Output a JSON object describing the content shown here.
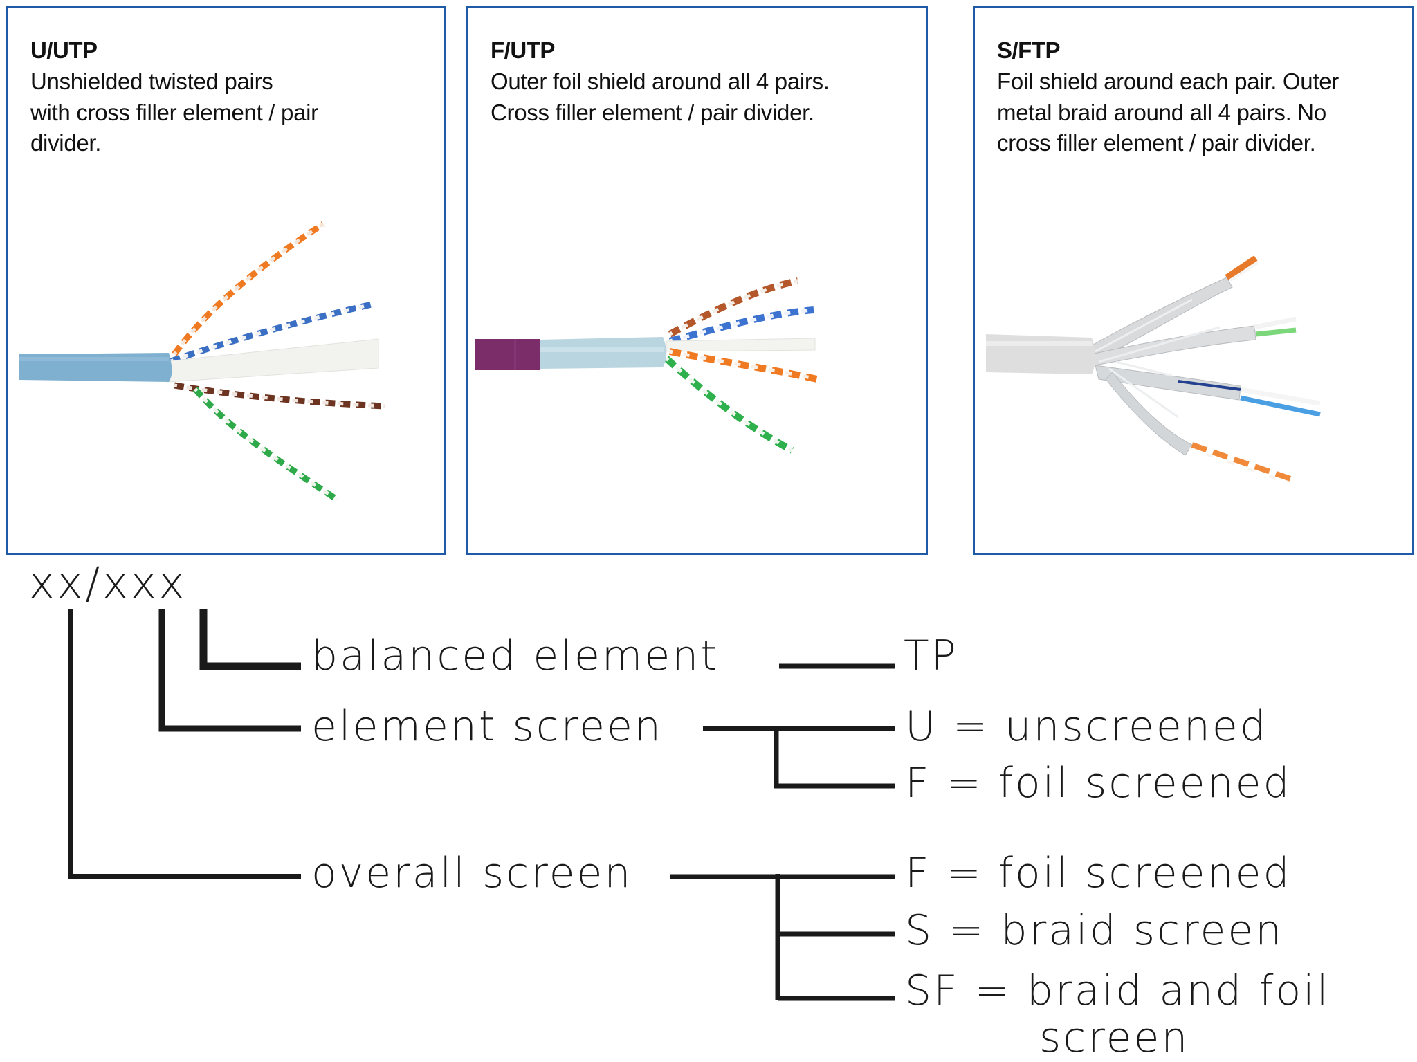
{
  "cables": [
    {
      "name": "U/UTP",
      "description": "Unshielded twisted pairs\nwith cross filler element / pair\ndivider.",
      "jacket_color": "#7fb0d0",
      "image_alt": "U/UTP cable with blue jacket, four twisted pairs and cross filler"
    },
    {
      "name": "F/UTP",
      "description": "Outer foil shield around all 4 pairs.\nCross filler element / pair divider.",
      "jacket_color": "#7b2d6a",
      "image_alt": "F/UTP cable with purple jacket, foil wrap and four twisted pairs"
    },
    {
      "name": "S/FTP",
      "description": "Foil shield around each pair. Outer\nmetal braid around all 4 pairs. No\ncross filler element / pair divider.",
      "jacket_color": "#dedede",
      "image_alt": "S/FTP cable with grey jacket, braid and individually foiled pairs"
    }
  ],
  "legend": {
    "code": "xx/xxx",
    "positions": [
      {
        "label": "balanced element",
        "options": [
          {
            "code": "TP",
            "text": "TP"
          }
        ]
      },
      {
        "label": "element screen",
        "options": [
          {
            "code": "U",
            "text": "U = unscreened"
          },
          {
            "code": "F",
            "text": "F = foil screened"
          }
        ]
      },
      {
        "label": "overall screen",
        "options": [
          {
            "code": "F",
            "text": "F = foil screened"
          },
          {
            "code": "S",
            "text": "S = braid screen"
          },
          {
            "code": "SF",
            "text": "SF = braid and foil"
          }
        ],
        "continuation": "screen"
      }
    ]
  },
  "colors": {
    "card_border": "#1f5aa6",
    "line": "#1a1a1a"
  }
}
